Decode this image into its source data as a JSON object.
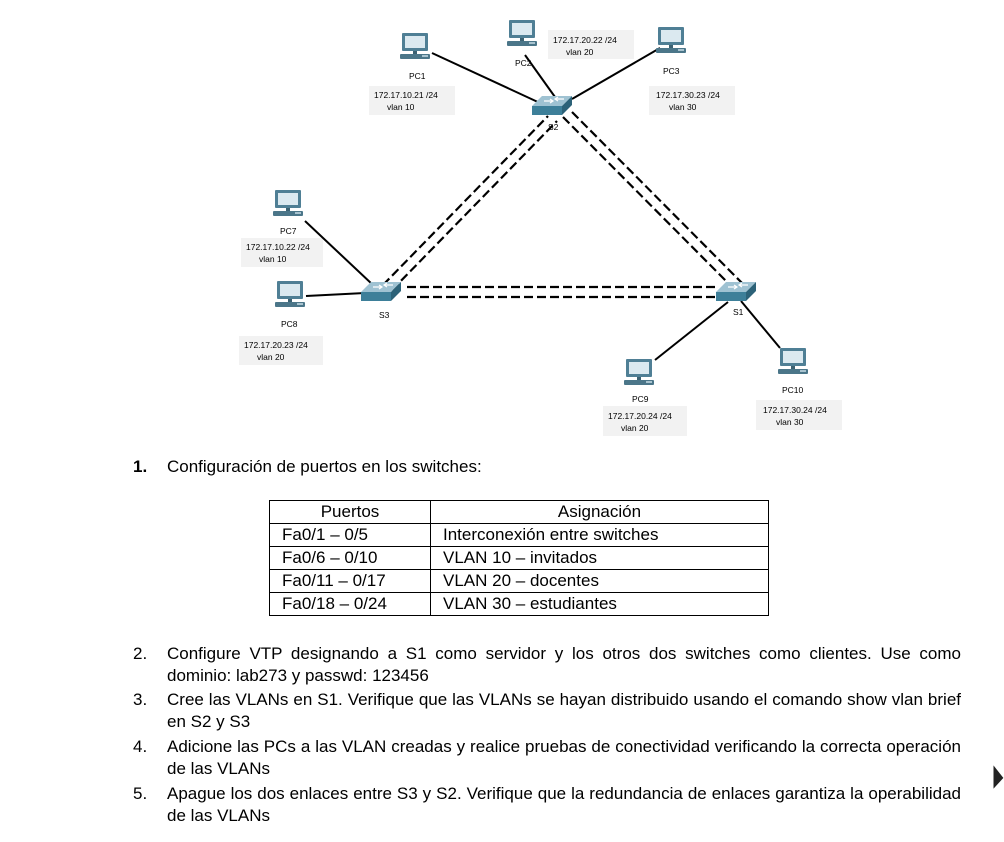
{
  "topology": {
    "switches": [
      {
        "id": "S1",
        "label": "S1"
      },
      {
        "id": "S2",
        "label": "S2"
      },
      {
        "id": "S3",
        "label": "S3"
      }
    ],
    "pcs": [
      {
        "id": "PC1",
        "label": "PC1",
        "ip": "172.17.10.21 /24",
        "vlan": "vlan 10"
      },
      {
        "id": "PC2",
        "label": "PC2",
        "ip": "172.17.20.22 /24",
        "vlan": "vlan 20"
      },
      {
        "id": "PC3",
        "label": "PC3",
        "ip": "172.17.30.23 /24",
        "vlan": "vlan 30"
      },
      {
        "id": "PC7",
        "label": "PC7",
        "ip": "172.17.10.22 /24",
        "vlan": "vlan 10"
      },
      {
        "id": "PC8",
        "label": "PC8",
        "ip": "172.17.20.23 /24",
        "vlan": "vlan 20"
      },
      {
        "id": "PC9",
        "label": "PC9",
        "ip": "172.17.20.24 /24",
        "vlan": "vlan 20"
      },
      {
        "id": "PC10",
        "label": "PC10",
        "ip": "172.17.30.24 /24",
        "vlan": "vlan 30"
      }
    ]
  },
  "item1": {
    "number": "1.",
    "text": "Configuración de puertos en los switches:"
  },
  "port_table": {
    "headers": [
      "Puertos",
      "Asignación"
    ],
    "rows": [
      [
        "Fa0/1 – 0/5",
        "Interconexión entre switches"
      ],
      [
        "Fa0/6 – 0/10",
        "VLAN 10 – invitados"
      ],
      [
        "Fa0/11 – 0/17",
        "VLAN 20 – docentes"
      ],
      [
        "Fa0/18 – 0/24",
        "VLAN 30 – estudiantes"
      ]
    ]
  },
  "steps": [
    {
      "number": "2.",
      "text": "Configure VTP designando a S1 como servidor y los otros dos switches como clientes. Use como dominio: lab273 y passwd: 123456"
    },
    {
      "number": "3.",
      "text": "Cree las VLANs en S1. Verifique que las VLANs se hayan distribuido usando el comando show vlan brief en S2 y S3"
    },
    {
      "number": "4.",
      "text": "Adicione las PCs a las VLAN creadas y realice pruebas de conectividad verificando la correcta operación de las VLANs"
    },
    {
      "number": "5.",
      "text": "Apague los dos enlaces entre S3 y S2. Verifique que la redundancia de enlaces garantiza la operabilidad de las VLANs"
    }
  ]
}
